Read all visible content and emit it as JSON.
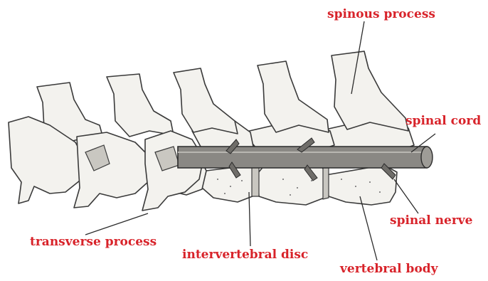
{
  "colors": {
    "label": "#d8232a",
    "ink": "#2b2b2b",
    "bone": "#f3f2ee",
    "cord": "#8a8884"
  },
  "labels": {
    "spinous_process": "spinous process",
    "spinal_cord": "spinal cord",
    "spinal_nerve": "spinal nerve",
    "transverse_process": "transverse process",
    "intervertebral_disc": "intervertebral disc",
    "vertebral_body": "vertebral body"
  }
}
